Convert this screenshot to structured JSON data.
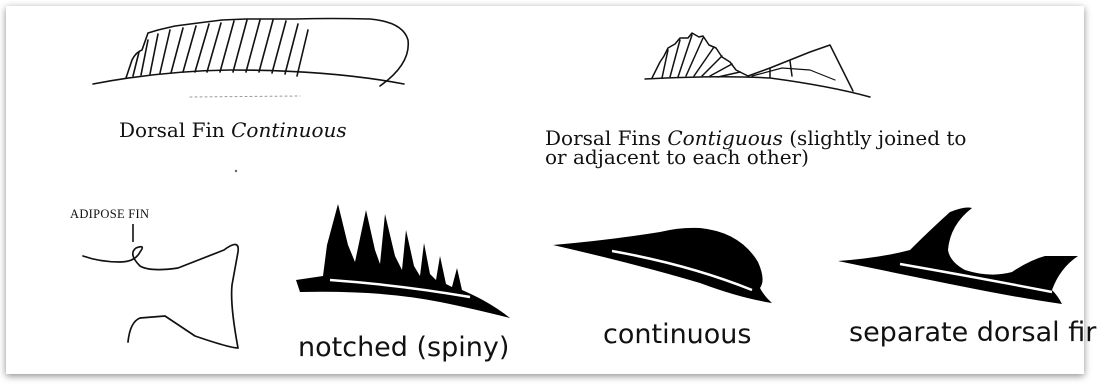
{
  "top_left": {
    "caption_prefix": "Dorsal Fin ",
    "caption_italic": "Continuous"
  },
  "top_right": {
    "caption_prefix": "Dorsal Fins ",
    "caption_italic": "Contiguous",
    "caption_rest": " (slightly joined to",
    "caption_line2": "or adjacent to each other)"
  },
  "adipose": {
    "label": "ADIPOSE FIN"
  },
  "fin_types": {
    "notched": "notched (spiny)",
    "continuous": "continuous",
    "separate": "separate dorsal fir"
  }
}
